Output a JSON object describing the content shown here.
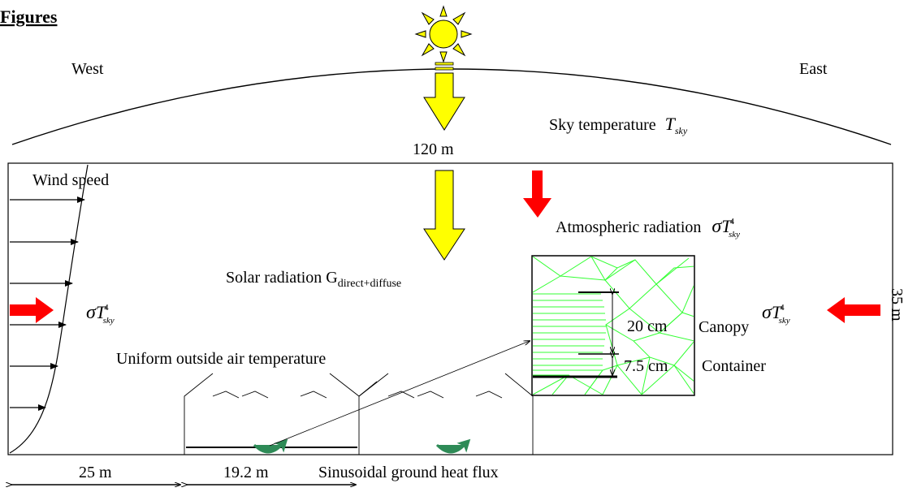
{
  "header": {
    "title": "Figures"
  },
  "sky": {
    "west_label": "West",
    "east_label": "East",
    "sky_temperature_label": "Sky temperature",
    "sky_temperature_symbol": "T",
    "sky_temperature_subscript": "sky",
    "height_label": "120 m"
  },
  "domain": {
    "wind_speed_label": "Wind speed",
    "solar_label": "Solar radiation G",
    "solar_subscript": "direct+diffuse",
    "atmospheric_label": "Atmospheric radiation",
    "air_temp_label": "Uniform outside air temperature",
    "height_label": "35 m"
  },
  "radiation_term": {
    "sigma": "σ",
    "T": "T",
    "exponent": "4",
    "subscript": "sky"
  },
  "detail": {
    "canopy_height": "20 cm",
    "container_height": "7.5 cm",
    "canopy_label": "Canopy",
    "container_label": "Container"
  },
  "bottom": {
    "west_distance": "25 m",
    "greenhouse_width": "19.2 m",
    "ground_flux_label": "Sinusoidal ground heat flux"
  },
  "colors": {
    "solar_arrow": "#ffff00",
    "thermal_arrow": "#ff0000",
    "mesh": "#33ff33",
    "flux_arrow": "#2e8b57"
  }
}
